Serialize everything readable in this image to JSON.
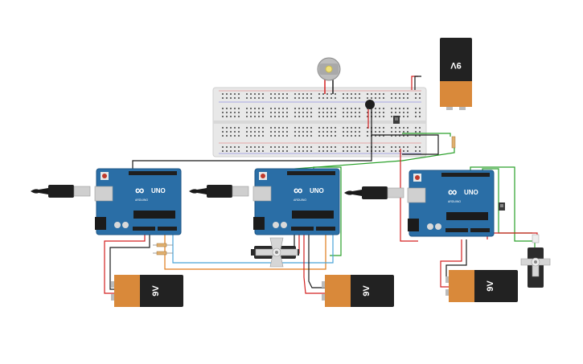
{
  "colors": {
    "background": "#ffffff",
    "board": "#2a6ea6",
    "board_edge": "#1d5585",
    "battery_body": "#222222",
    "battery_cap": "#d9893a",
    "breadboard": "#e8e8e8",
    "wire_red": "#d32020",
    "wire_black": "#1a1a1a",
    "wire_green": "#2aa02a",
    "wire_orange": "#e07b1a",
    "wire_blue": "#4aa3d8",
    "servo": "#2b2b2b"
  },
  "icons": {
    "battery": "battery-9v-icon",
    "arduino": "arduino-uno-icon",
    "usb": "usb-plug-icon",
    "motor": "dc-motor-icon",
    "servo": "servo-icon",
    "breadboard": "breadboard-icon",
    "buzzer": "buzzer-icon",
    "button": "pushbutton-icon"
  },
  "arduinos": [
    {
      "logo_text": "∞",
      "brand": "ARDUINO",
      "model": "UNO"
    },
    {
      "logo_text": "∞",
      "brand": "ARDUINO",
      "model": "UNO"
    },
    {
      "logo_text": "∞",
      "brand": "ARDUINO",
      "model": "UNO"
    }
  ],
  "batteries": [
    {
      "label": "9V"
    },
    {
      "label": "9V"
    },
    {
      "label": "9V"
    },
    {
      "label": "9V"
    }
  ]
}
